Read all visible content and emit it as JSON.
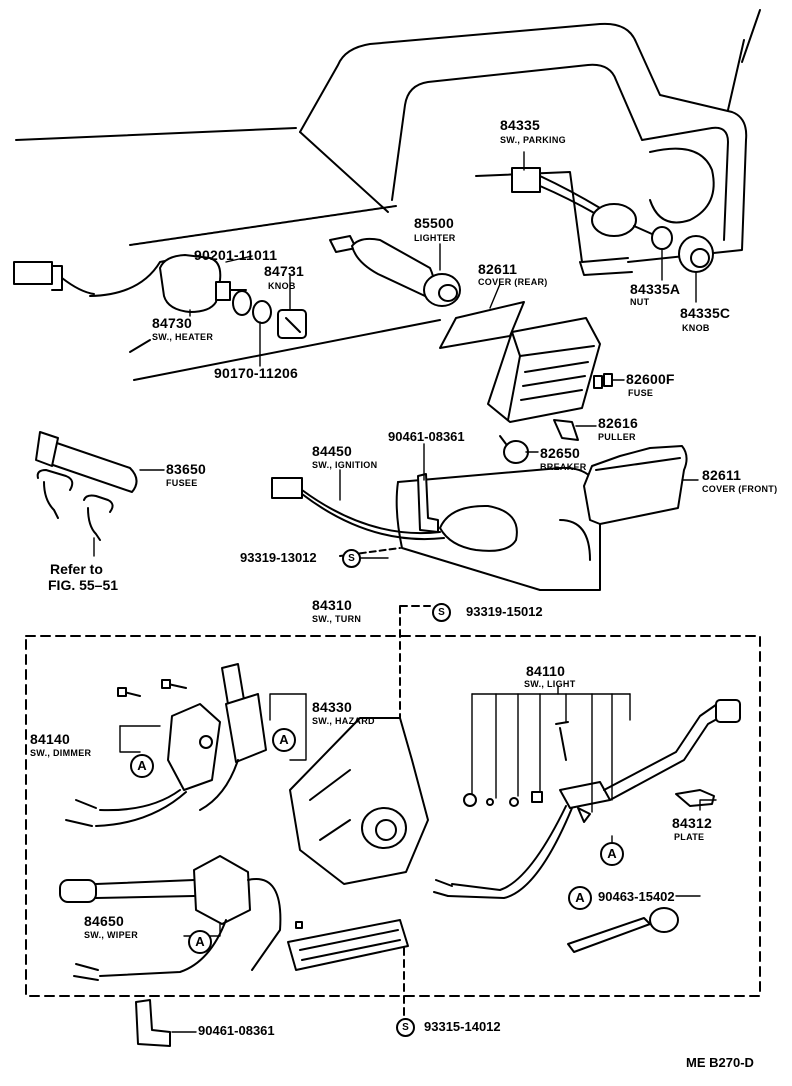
{
  "parts": {
    "p84335": {
      "num": "84335",
      "name": "SW., PARKING"
    },
    "p85500": {
      "num": "85500",
      "name": "LIGHTER"
    },
    "p90201": {
      "num": "90201-11011"
    },
    "p84731": {
      "num": "84731",
      "name": "KNOB"
    },
    "p82611r": {
      "num": "82611",
      "name": "COVER (REAR)"
    },
    "p84335a": {
      "num": "84335A",
      "name": "NUT"
    },
    "p84335c": {
      "num": "84335C",
      "name": "KNOB"
    },
    "p84730": {
      "num": "84730",
      "name": "SW., HEATER"
    },
    "p90170": {
      "num": "90170-11206"
    },
    "p82600f": {
      "num": "82600F",
      "name": "FUSE"
    },
    "p82616": {
      "num": "82616",
      "name": "PULLER"
    },
    "p83650": {
      "num": "83650",
      "name": "FUSEE"
    },
    "p84450": {
      "num": "84450",
      "name": "SW., IGNITION"
    },
    "p90461a": {
      "num": "90461-08361"
    },
    "p82650": {
      "num": "82650",
      "name": "BREAKER"
    },
    "p82611f": {
      "num": "82611",
      "name": "COVER (FRONT)"
    },
    "p93319a": {
      "num": "93319-13012"
    },
    "p84310": {
      "num": "84310",
      "name": "SW., TURN"
    },
    "p93319b": {
      "num": "93319-15012"
    },
    "p84110": {
      "num": "84110",
      "name": "SW., LIGHT"
    },
    "p84330": {
      "num": "84330",
      "name": "SW., HAZARD"
    },
    "p84140": {
      "num": "84140",
      "name": "SW., DIMMER"
    },
    "p84312": {
      "num": "84312",
      "name": "PLATE"
    },
    "p84650": {
      "num": "84650",
      "name": "SW., WIPER"
    },
    "p90463": {
      "num": "90463-15402"
    },
    "p90461b": {
      "num": "90461-08361"
    },
    "p93315": {
      "num": "93315-14012"
    }
  },
  "refer": {
    "line1": "Refer to",
    "line2": "FIG. 55–51"
  },
  "symbols": {
    "a": "A",
    "s": "S"
  },
  "code": "ME B270-D"
}
